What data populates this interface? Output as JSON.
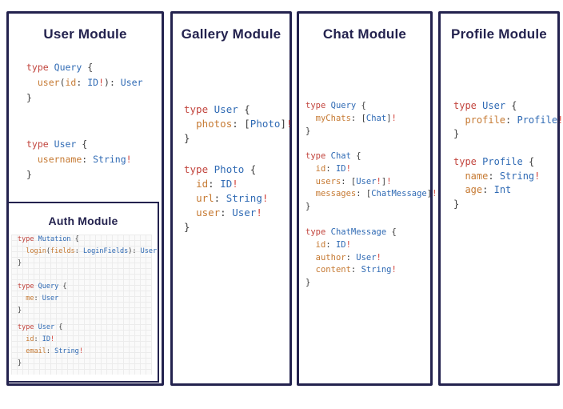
{
  "colors": {
    "navy": "#23224e",
    "keyword": "#c2453e",
    "type": "#2f6ab4",
    "field": "#c67a33",
    "punct": "#3d3d3d",
    "bang": "#d2423a",
    "grid": "#ececec",
    "grid_bg": "#fafafa",
    "background": "#ffffff"
  },
  "panels": [
    {
      "title": "User Module",
      "blocks": [
        [
          [
            [
              "kw",
              "type"
            ],
            [
              "pn",
              " "
            ],
            [
              "ty",
              "Query"
            ],
            [
              "pn",
              " {"
            ]
          ],
          [
            [
              "pn",
              "  "
            ],
            [
              "fd",
              "user"
            ],
            [
              "pn",
              "("
            ],
            [
              "fd",
              "id"
            ],
            [
              "pn",
              ": "
            ],
            [
              "ty",
              "ID"
            ],
            [
              "bg",
              "!"
            ],
            [
              "pn",
              "): "
            ],
            [
              "ty",
              "User"
            ]
          ],
          [
            [
              "pn",
              "}"
            ]
          ]
        ],
        [
          [
            [
              "kw",
              "type"
            ],
            [
              "pn",
              " "
            ],
            [
              "ty",
              "User"
            ],
            [
              "pn",
              " {"
            ]
          ],
          [
            [
              "pn",
              "  "
            ],
            [
              "fd",
              "username"
            ],
            [
              "pn",
              ": "
            ],
            [
              "ty",
              "String"
            ],
            [
              "bg",
              "!"
            ]
          ],
          [
            [
              "pn",
              "}"
            ]
          ]
        ]
      ],
      "nested": {
        "title": "Auth Module",
        "blocks": [
          [
            [
              [
                "kw",
                "type"
              ],
              [
                "pn",
                " "
              ],
              [
                "ty",
                "Mutation"
              ],
              [
                "pn",
                " {"
              ]
            ],
            [
              [
                "pn",
                "  "
              ],
              [
                "fd",
                "login"
              ],
              [
                "pn",
                "("
              ],
              [
                "fd",
                "fields"
              ],
              [
                "pn",
                ": "
              ],
              [
                "ty",
                "LoginFields"
              ],
              [
                "pn",
                "): "
              ],
              [
                "ty",
                "User"
              ]
            ],
            [
              [
                "pn",
                "}"
              ]
            ]
          ],
          [
            [
              [
                "kw",
                "type"
              ],
              [
                "pn",
                " "
              ],
              [
                "ty",
                "Query"
              ],
              [
                "pn",
                " {"
              ]
            ],
            [
              [
                "pn",
                "  "
              ],
              [
                "fd",
                "me"
              ],
              [
                "pn",
                ": "
              ],
              [
                "ty",
                "User"
              ]
            ],
            [
              [
                "pn",
                "}"
              ]
            ]
          ],
          [
            [
              [
                "kw",
                "type"
              ],
              [
                "pn",
                " "
              ],
              [
                "ty",
                "User"
              ],
              [
                "pn",
                " {"
              ]
            ],
            [
              [
                "pn",
                "  "
              ],
              [
                "fd",
                "id"
              ],
              [
                "pn",
                ": "
              ],
              [
                "ty",
                "ID"
              ],
              [
                "bg",
                "!"
              ]
            ],
            [
              [
                "pn",
                "  "
              ],
              [
                "fd",
                "email"
              ],
              [
                "pn",
                ": "
              ],
              [
                "ty",
                "String"
              ],
              [
                "bg",
                "!"
              ]
            ],
            [
              [
                "pn",
                "}"
              ]
            ]
          ]
        ]
      }
    },
    {
      "title": "Gallery Module",
      "blocks": [
        [
          [
            [
              "kw",
              "type"
            ],
            [
              "pn",
              " "
            ],
            [
              "ty",
              "User"
            ],
            [
              "pn",
              " {"
            ]
          ],
          [
            [
              "pn",
              "  "
            ],
            [
              "fd",
              "photos"
            ],
            [
              "pn",
              ": ["
            ],
            [
              "ty",
              "Photo"
            ],
            [
              "pn",
              "]"
            ],
            [
              "bg",
              "!"
            ]
          ],
          [
            [
              "pn",
              "}"
            ]
          ]
        ],
        [
          [
            [
              "kw",
              "type"
            ],
            [
              "pn",
              " "
            ],
            [
              "ty",
              "Photo"
            ],
            [
              "pn",
              " {"
            ]
          ],
          [
            [
              "pn",
              "  "
            ],
            [
              "fd",
              "id"
            ],
            [
              "pn",
              ": "
            ],
            [
              "ty",
              "ID"
            ],
            [
              "bg",
              "!"
            ]
          ],
          [
            [
              "pn",
              "  "
            ],
            [
              "fd",
              "url"
            ],
            [
              "pn",
              ": "
            ],
            [
              "ty",
              "String"
            ],
            [
              "bg",
              "!"
            ]
          ],
          [
            [
              "pn",
              "  "
            ],
            [
              "fd",
              "user"
            ],
            [
              "pn",
              ": "
            ],
            [
              "ty",
              "User"
            ],
            [
              "bg",
              "!"
            ]
          ],
          [
            [
              "pn",
              "}"
            ]
          ]
        ]
      ]
    },
    {
      "title": "Chat Module",
      "blocks": [
        [
          [
            [
              "kw",
              "type"
            ],
            [
              "pn",
              " "
            ],
            [
              "ty",
              "Query"
            ],
            [
              "pn",
              " {"
            ]
          ],
          [
            [
              "pn",
              "  "
            ],
            [
              "fd",
              "myChats"
            ],
            [
              "pn",
              ": ["
            ],
            [
              "ty",
              "Chat"
            ],
            [
              "pn",
              "]"
            ],
            [
              "bg",
              "!"
            ]
          ],
          [
            [
              "pn",
              "}"
            ]
          ]
        ],
        [
          [
            [
              "kw",
              "type"
            ],
            [
              "pn",
              " "
            ],
            [
              "ty",
              "Chat"
            ],
            [
              "pn",
              " {"
            ]
          ],
          [
            [
              "pn",
              "  "
            ],
            [
              "fd",
              "id"
            ],
            [
              "pn",
              ": "
            ],
            [
              "ty",
              "ID"
            ],
            [
              "bg",
              "!"
            ]
          ],
          [
            [
              "pn",
              "  "
            ],
            [
              "fd",
              "users"
            ],
            [
              "pn",
              ": ["
            ],
            [
              "ty",
              "User"
            ],
            [
              "bg",
              "!"
            ],
            [
              "pn",
              "]"
            ],
            [
              "bg",
              "!"
            ]
          ],
          [
            [
              "pn",
              "  "
            ],
            [
              "fd",
              "messages"
            ],
            [
              "pn",
              ": ["
            ],
            [
              "ty",
              "ChatMessage"
            ],
            [
              "pn",
              "]"
            ],
            [
              "bg",
              "!"
            ]
          ],
          [
            [
              "pn",
              "}"
            ]
          ]
        ],
        [
          [
            [
              "kw",
              "type"
            ],
            [
              "pn",
              " "
            ],
            [
              "ty",
              "ChatMessage"
            ],
            [
              "pn",
              " {"
            ]
          ],
          [
            [
              "pn",
              "  "
            ],
            [
              "fd",
              "id"
            ],
            [
              "pn",
              ": "
            ],
            [
              "ty",
              "ID"
            ],
            [
              "bg",
              "!"
            ]
          ],
          [
            [
              "pn",
              "  "
            ],
            [
              "fd",
              "author"
            ],
            [
              "pn",
              ": "
            ],
            [
              "ty",
              "User"
            ],
            [
              "bg",
              "!"
            ]
          ],
          [
            [
              "pn",
              "  "
            ],
            [
              "fd",
              "content"
            ],
            [
              "pn",
              ": "
            ],
            [
              "ty",
              "String"
            ],
            [
              "bg",
              "!"
            ]
          ],
          [
            [
              "pn",
              "}"
            ]
          ]
        ]
      ]
    },
    {
      "title": "Profile Module",
      "blocks": [
        [
          [
            [
              "kw",
              "type"
            ],
            [
              "pn",
              " "
            ],
            [
              "ty",
              "User"
            ],
            [
              "pn",
              " {"
            ]
          ],
          [
            [
              "pn",
              "  "
            ],
            [
              "fd",
              "profile"
            ],
            [
              "pn",
              ": "
            ],
            [
              "ty",
              "Profile"
            ],
            [
              "bg",
              "!"
            ]
          ],
          [
            [
              "pn",
              "}"
            ]
          ]
        ],
        [
          [
            [
              "kw",
              "type"
            ],
            [
              "pn",
              " "
            ],
            [
              "ty",
              "Profile"
            ],
            [
              "pn",
              " {"
            ]
          ],
          [
            [
              "pn",
              "  "
            ],
            [
              "fd",
              "name"
            ],
            [
              "pn",
              ": "
            ],
            [
              "ty",
              "String"
            ],
            [
              "bg",
              "!"
            ]
          ],
          [
            [
              "pn",
              "  "
            ],
            [
              "fd",
              "age"
            ],
            [
              "pn",
              ": "
            ],
            [
              "ty",
              "Int"
            ]
          ],
          [
            [
              "pn",
              "}"
            ]
          ]
        ]
      ]
    }
  ]
}
